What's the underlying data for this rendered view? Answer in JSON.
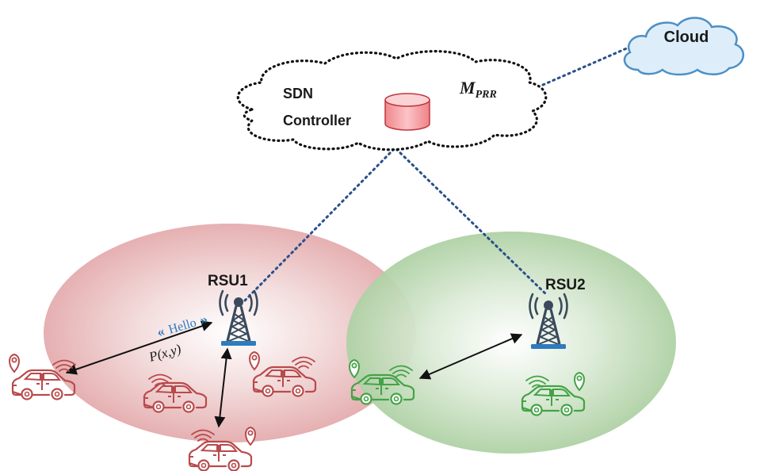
{
  "cloud": {
    "label": "Cloud"
  },
  "controller": {
    "line1": "SDN",
    "line2": "Controller",
    "metric_main": "M",
    "metric_sub": "PRR"
  },
  "rsu1": {
    "label": "RSU1"
  },
  "rsu2": {
    "label": "RSU2"
  },
  "hello": {
    "text": "Hello",
    "left_chevrons": "«",
    "right_chevrons": "»"
  },
  "position": {
    "label": "P(x,y)"
  },
  "colors": {
    "red_zone": "#e8a9ab",
    "green_zone": "#a9cf9f",
    "red_car": "#b84a4c",
    "green_car": "#43a347",
    "tower": "#3a4a5c",
    "tower_base": "#2e7bbd",
    "link": "#2a4f8a",
    "cloud_fill": "#ddeefa",
    "cloud_stroke": "#4d8fc4",
    "database": "#f4a0a4"
  },
  "icons": [
    "cloud-icon",
    "database-icon",
    "tower-icon",
    "car-icon",
    "location-pin-icon",
    "wifi-signal-icon"
  ]
}
